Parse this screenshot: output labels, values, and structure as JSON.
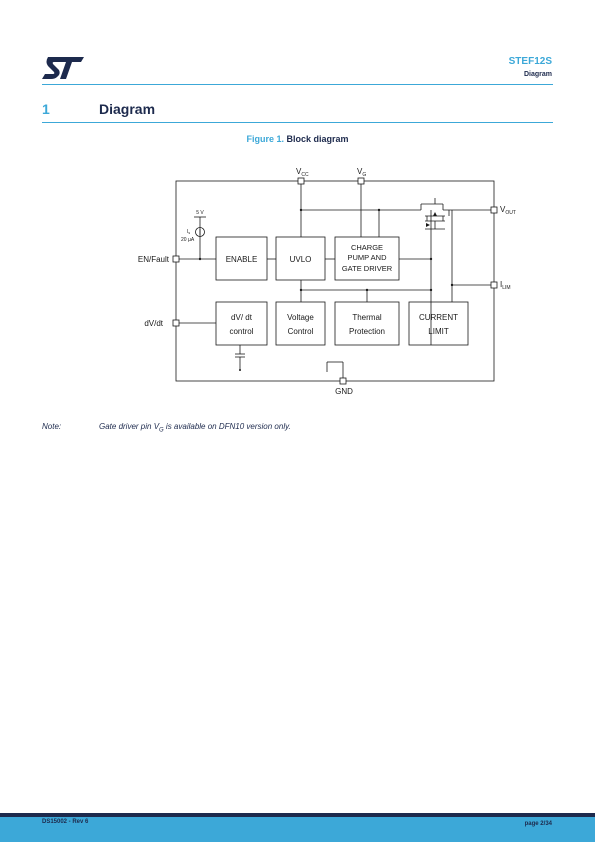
{
  "header": {
    "product": "STEF12S",
    "section": "Diagram"
  },
  "section": {
    "number": "1",
    "title": "Diagram"
  },
  "figure": {
    "label": "Figure 1.",
    "title": "Block diagram"
  },
  "diagram": {
    "pins": {
      "vcc": "V",
      "vcc_sub": "CC",
      "vg": "V",
      "vg_sub": "G",
      "vout": "V",
      "vout_sub": "OUT",
      "ilim": "I",
      "ilim_sub": "LIM",
      "en_fault": "EN/Fault",
      "dvdt": "dV/dt",
      "gnd": "GND"
    },
    "source": {
      "voltage": "5 V",
      "current_symbol": "I",
      "current_sub": "s",
      "current_value": "20 µA"
    },
    "blocks": {
      "enable": "ENABLE",
      "uvlo": "UVLO",
      "charge_pump_l1": "CHARGE",
      "charge_pump_l2": "PUMP AND",
      "charge_pump_l3": "GATE DRIVER",
      "dvdt_l1": "dV/ dt",
      "dvdt_l2": "control",
      "voltage_l1": "Voltage",
      "voltage_l2": "Control",
      "thermal_l1": "Thermal",
      "thermal_l2": "Protection",
      "current_l1": "CURRENT",
      "current_l2": "LIMIT"
    }
  },
  "note": {
    "label": "Note:",
    "text_before": "Gate driver pin V",
    "text_sub": "G",
    "text_after": " is available on DFN10 version only."
  },
  "footer": {
    "doc": "DS15002 - Rev 6",
    "page": "page 2/34"
  },
  "colors": {
    "brand_blue": "#3ca8d8",
    "navy": "#1d2a4d"
  }
}
